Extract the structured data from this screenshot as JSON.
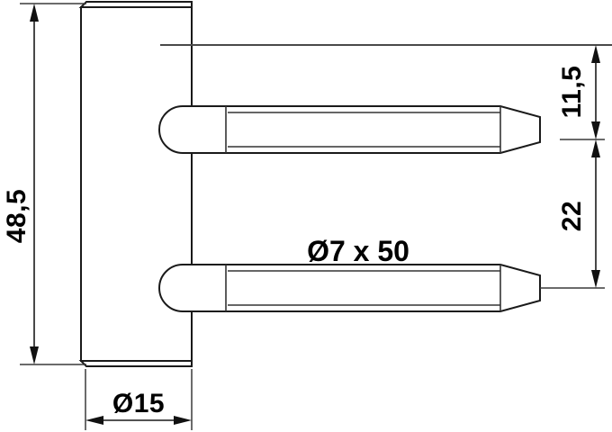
{
  "drawing": {
    "title": "Door hinge pin technical drawing",
    "type": "engineering-dimension-drawing",
    "units": "mm",
    "background_color": "#ffffff",
    "line_color": "#1a1a1a",
    "text_color": "#000000",
    "dimensions": {
      "overall_height": {
        "label": "48,5",
        "orientation": "vertical",
        "position": "left",
        "value": 48.5
      },
      "plate_width": {
        "label": "Ø15",
        "orientation": "horizontal",
        "position": "bottom",
        "value": 15,
        "symbol": "diameter"
      },
      "top_offset": {
        "label": "11,5",
        "orientation": "vertical",
        "position": "right-upper",
        "value": 11.5
      },
      "pin_spacing": {
        "label": "22",
        "orientation": "vertical",
        "position": "right-lower",
        "value": 22
      }
    },
    "annotations": {
      "pin_spec": {
        "label": "Ø7 x 50",
        "position": "center",
        "diameter": 7,
        "length": 50
      }
    },
    "parts": [
      {
        "name": "mounting-plate",
        "shape": "rectangle-chamfered"
      },
      {
        "name": "upper-pin",
        "shape": "rounded-end-tapered-tip"
      },
      {
        "name": "lower-pin",
        "shape": "rounded-end-tapered-tip"
      }
    ]
  }
}
